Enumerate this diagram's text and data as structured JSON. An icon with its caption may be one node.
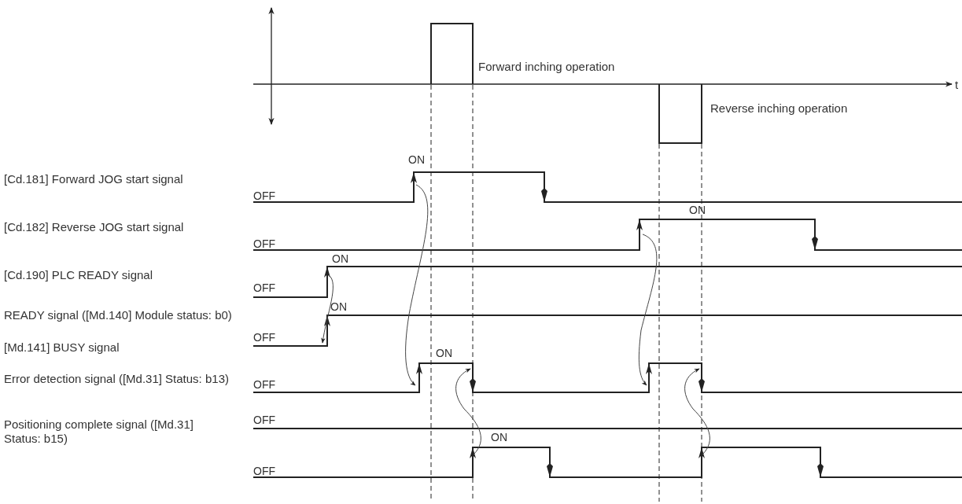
{
  "diagram": {
    "labels": [
      "Forward inching operation",
      "t",
      "Reverse inching operation",
      "ON",
      "[Cd.181] Forward JOG start signal",
      "OFF",
      "ON",
      "[Cd.182] Reverse JOG start signal",
      "OFF",
      "ON",
      "[Cd.190] PLC READY signal",
      "OFF",
      "ON",
      "READY signal ([Md.140] Module status: b0)",
      "OFF",
      "ON",
      "[Md.141] BUSY signal",
      "OFF",
      "Error detection signal ([Md.31] Status: b13)",
      "OFF",
      "ON",
      "Positioning complete signal ([Md.31] Status: b15)",
      "OFF"
    ]
  }
}
